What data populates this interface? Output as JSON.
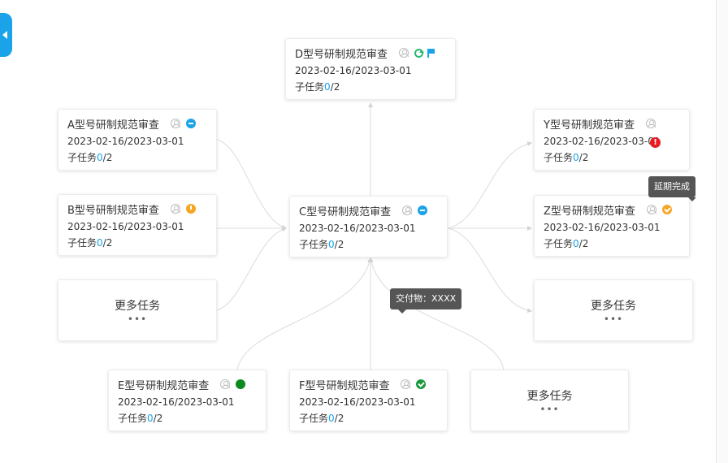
{
  "cards": [
    {
      "title": "D型号研制规范审查",
      "date": "2023-02-16/2023-03-01",
      "sub_prefix": "子任务",
      "done": "0",
      "total": "/2"
    },
    {
      "title": "A型号研制规范审查",
      "date": "2023-02-16/2023-03-01",
      "sub_prefix": "子任务",
      "done": "0",
      "total": "/2"
    },
    {
      "title": "B型号研制规范审查",
      "date": "2023-02-16/2023-03-01",
      "sub_prefix": "子任务",
      "done": "0",
      "total": "/2"
    },
    {
      "title": "C型号研制规范审查",
      "date": "2023-02-16/2023-03-01",
      "sub_prefix": "子任务",
      "done": "0",
      "total": "/2"
    },
    {
      "title": "Y型号研制规范审查",
      "date": "2023-02-16/2023-03-01",
      "sub_prefix": "子任务",
      "done": "0",
      "total": "/2"
    },
    {
      "title": "Z型号研制规范审查",
      "date": "2023-02-16/2023-03-01",
      "sub_prefix": "子任务",
      "done": "0",
      "total": "/2"
    },
    {
      "title": "E型号研制规范审查",
      "date": "2023-02-16/2023-03-01",
      "sub_prefix": "子任务",
      "done": "0",
      "total": "/2"
    },
    {
      "title": "F型号研制规范审查",
      "date": "2023-02-16/2023-03-01",
      "sub_prefix": "子任务",
      "done": "0",
      "total": "/2"
    }
  ],
  "more": {
    "label": "更多任务",
    "dots": "•••"
  },
  "overdue_badge": "!",
  "tooltips": {
    "delayed_complete": "延期完成",
    "deliverable": "交付物：XXXX"
  },
  "icons": {
    "assignee": "user-icon",
    "in_progress": "minus-circle-icon",
    "warning": "exclamation-circle-icon",
    "delayed_done": "check-circle-icon",
    "done": "check-circle-icon",
    "sync": "refresh-icon",
    "milestone": "flag-icon",
    "status_dot": "dot-icon"
  },
  "colors": {
    "accent": "#1aa3e8",
    "warning": "#f5a623",
    "danger": "#e81b23",
    "success": "#1a9a3b",
    "link": "#d8d8d8"
  }
}
